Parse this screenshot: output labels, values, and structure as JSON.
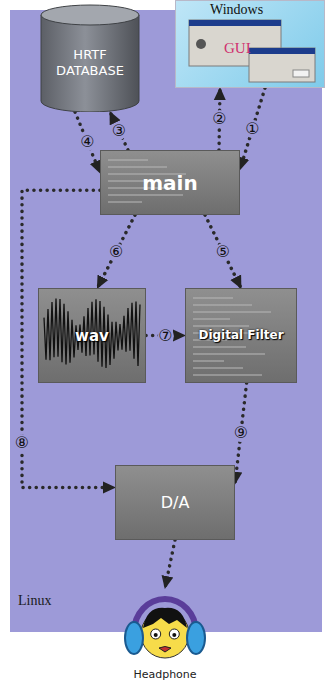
{
  "diagram": {
    "nodes": [
      {
        "text": [
          "Linux"
        ]
      },
      {
        "text": [
          "HRTF DATABASE"
        ],
        "in": 0
      },
      {
        "text": [
          "Windows",
          "GUI"
        ]
      },
      {
        "text": [
          "main"
        ],
        "in": 0
      },
      {
        "text": [
          "wav"
        ],
        "in": 0
      },
      {
        "text": [
          "Digital Filter"
        ],
        "in": 0
      },
      {
        "text": [
          "D/A"
        ],
        "in": 0
      },
      {
        "text": [
          "Headphone"
        ]
      }
    ],
    "edges": [
      {
        "from": 2,
        "to": 3,
        "arrow": "to",
        "label": "①"
      },
      {
        "from": 3,
        "to": 2,
        "arrow": "to",
        "label": "②"
      },
      {
        "from": 3,
        "to": 1,
        "arrow": "to",
        "label": "③"
      },
      {
        "from": 1,
        "to": 3,
        "arrow": "to",
        "label": "④"
      },
      {
        "from": 3,
        "to": 5,
        "arrow": "to",
        "label": "⑤"
      },
      {
        "from": 3,
        "to": 4,
        "arrow": "to",
        "label": "⑥"
      },
      {
        "from": 4,
        "to": 5,
        "arrow": "to",
        "label": "⑦"
      },
      {
        "from": 3,
        "to": 6,
        "arrow": "to",
        "label": "⑧"
      },
      {
        "from": 5,
        "to": 6,
        "arrow": "to",
        "label": "⑨"
      },
      {
        "from": 6,
        "to": 7,
        "arrow": "to"
      }
    ]
  }
}
